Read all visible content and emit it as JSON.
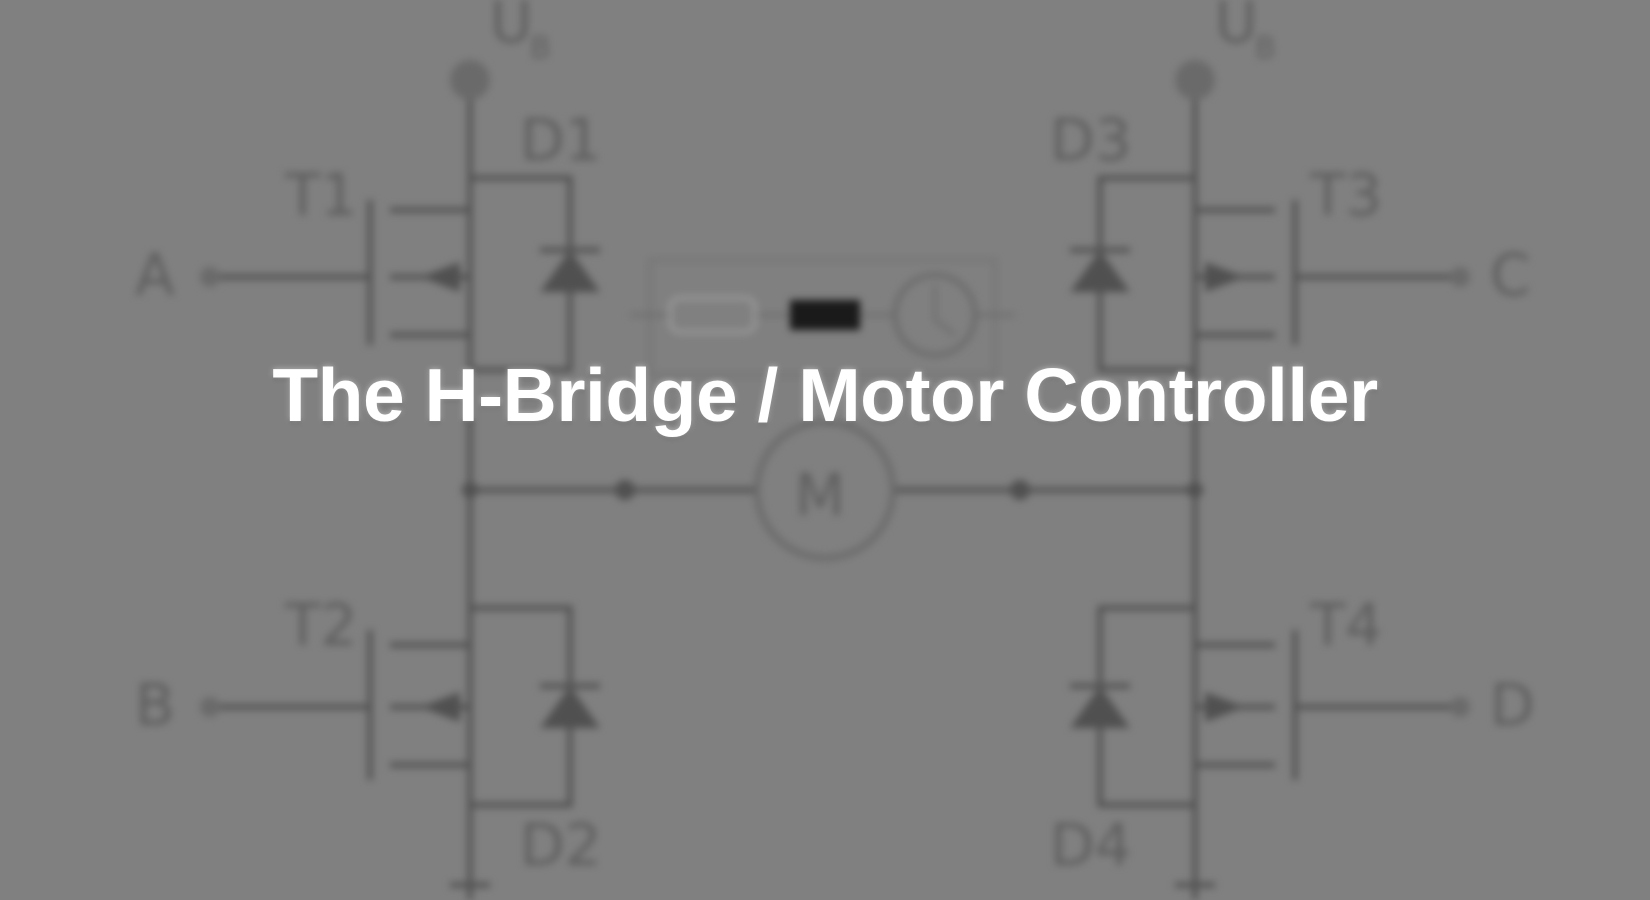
{
  "title": "The H-Bridge / Motor Controller",
  "schematic": {
    "supply_labels": [
      "U",
      "U"
    ],
    "supply_subscript": "B",
    "transistors": [
      "T1",
      "T2",
      "T3",
      "T4"
    ],
    "diodes": [
      "D1",
      "D2",
      "D3",
      "D4"
    ],
    "inputs": [
      "A",
      "B",
      "C",
      "D"
    ],
    "motor": "M"
  },
  "colors": {
    "background": "#808080",
    "title": "#ffffff",
    "schematic_lines": "#505050"
  }
}
